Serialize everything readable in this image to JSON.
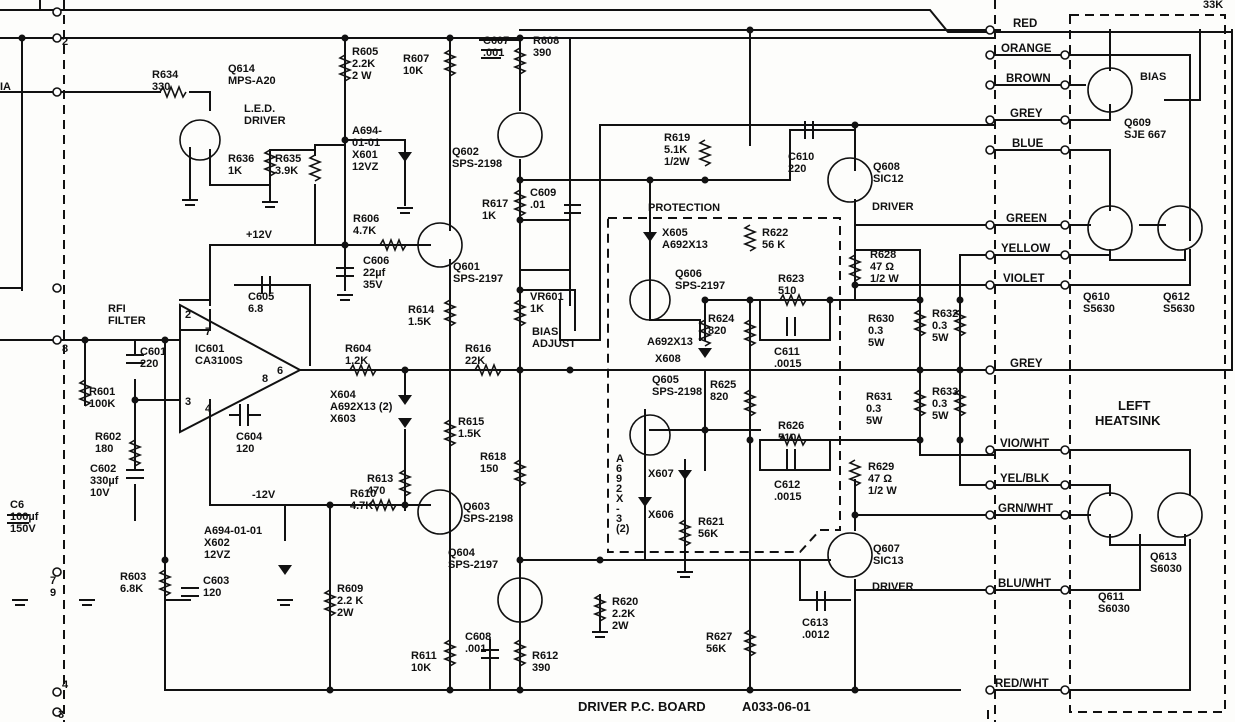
{
  "board": {
    "title": "DRIVER P.C. BOARD",
    "part": "A033-06-01"
  },
  "heatsink": {
    "label_1": "LEFT",
    "label_2": "HEATSINK",
    "corner": "33K"
  },
  "protection": "PROTECTION",
  "edge_terminals": [
    "2",
    "8",
    "3",
    "4",
    "7",
    "9",
    "4",
    "3"
  ],
  "partial_left": "IA",
  "components": [
    {
      "id": "r634",
      "lines": [
        "R634",
        "330"
      ]
    },
    {
      "id": "q614",
      "lines": [
        "Q614",
        "MPS-A20"
      ]
    },
    {
      "id": "led",
      "lines": [
        "L.E.D.",
        "DRIVER"
      ]
    },
    {
      "id": "r636",
      "lines": [
        "R636",
        "1K"
      ]
    },
    {
      "id": "r635",
      "lines": [
        "R635",
        "3.9K"
      ]
    },
    {
      "id": "r605",
      "lines": [
        "R605",
        "2.2K",
        "2 W"
      ]
    },
    {
      "id": "r607",
      "lines": [
        "R607",
        "10K"
      ]
    },
    {
      "id": "c607",
      "lines": [
        "C607",
        ".001"
      ]
    },
    {
      "id": "r608",
      "lines": [
        "R608",
        "390"
      ]
    },
    {
      "id": "a694a",
      "lines": [
        "A694-",
        "01-01",
        "X601",
        "12VZ"
      ]
    },
    {
      "id": "q602",
      "lines": [
        "Q602",
        "SPS-2198"
      ]
    },
    {
      "id": "r619",
      "lines": [
        "R619",
        "5.1K",
        "1/2W"
      ]
    },
    {
      "id": "c610",
      "lines": [
        "C610",
        "220"
      ]
    },
    {
      "id": "q608",
      "lines": [
        "Q608",
        "SIC12"
      ]
    },
    {
      "id": "drv1",
      "lines": [
        "DRIVER"
      ]
    },
    {
      "id": "c609",
      "lines": [
        "C609",
        ".01"
      ]
    },
    {
      "id": "r617",
      "lines": [
        "R617",
        "1K"
      ]
    },
    {
      "id": "x605",
      "lines": [
        "X605",
        "A692X13"
      ]
    },
    {
      "id": "r622",
      "lines": [
        "R622",
        "56 K"
      ]
    },
    {
      "id": "r628",
      "lines": [
        "R628",
        "47 Ω",
        "1/2 W"
      ]
    },
    {
      "id": "r606",
      "lines": [
        "R606",
        "4.7K"
      ]
    },
    {
      "id": "plus12",
      "lines": [
        "+12V"
      ]
    },
    {
      "id": "c606",
      "lines": [
        "C606",
        "22µf",
        "35V"
      ]
    },
    {
      "id": "q601",
      "lines": [
        "Q601",
        "SPS-2197"
      ]
    },
    {
      "id": "q606",
      "lines": [
        "Q606",
        "SPS-2197"
      ]
    },
    {
      "id": "r623",
      "lines": [
        "R623",
        "510"
      ]
    },
    {
      "id": "vr601",
      "lines": [
        "VR601",
        "1K"
      ]
    },
    {
      "id": "bias",
      "lines": [
        "BIAS",
        "ADJUST"
      ]
    },
    {
      "id": "rfi",
      "lines": [
        "RFI",
        "FILTER"
      ]
    },
    {
      "id": "c605",
      "lines": [
        "C605",
        "6.8"
      ]
    },
    {
      "id": "r614",
      "lines": [
        "R614",
        "1.5K"
      ]
    },
    {
      "id": "r624",
      "lines": [
        "R624",
        "820"
      ]
    },
    {
      "id": "c611",
      "lines": [
        "C611",
        ".0015"
      ]
    },
    {
      "id": "r630",
      "lines": [
        "R630",
        "0.3",
        "5W"
      ]
    },
    {
      "id": "r632",
      "lines": [
        "R632",
        "0.3",
        "5W"
      ]
    },
    {
      "id": "c601",
      "lines": [
        "C601",
        "220"
      ]
    },
    {
      "id": "ic601",
      "lines": [
        "IC601",
        "CA3100S"
      ]
    },
    {
      "id": "r604",
      "lines": [
        "R604",
        "1.2K"
      ]
    },
    {
      "id": "r616",
      "lines": [
        "R616",
        "22K"
      ]
    },
    {
      "id": "a692b",
      "lines": [
        "A692X13"
      ]
    },
    {
      "id": "x608",
      "lines": [
        "X608"
      ]
    },
    {
      "id": "r601",
      "lines": [
        "R601",
        "100K"
      ]
    },
    {
      "id": "x604",
      "lines": [
        "X604",
        "A692X13 (2)",
        "X603"
      ]
    },
    {
      "id": "q605",
      "lines": [
        "Q605",
        "SPS-2198"
      ]
    },
    {
      "id": "r625",
      "lines": [
        "R625",
        "820"
      ]
    },
    {
      "id": "r631",
      "lines": [
        "R631",
        "0.3",
        "5W"
      ]
    },
    {
      "id": "r633",
      "lines": [
        "R633",
        "0.3",
        "5W"
      ]
    },
    {
      "id": "r602",
      "lines": [
        "R602",
        "180"
      ]
    },
    {
      "id": "c604",
      "lines": [
        "C604",
        "120"
      ]
    },
    {
      "id": "r615",
      "lines": [
        "R615",
        "1.5K"
      ]
    },
    {
      "id": "r626",
      "lines": [
        "R626",
        "510"
      ]
    },
    {
      "id": "c602",
      "lines": [
        "C602",
        "330µf",
        "10V"
      ]
    },
    {
      "id": "r618",
      "lines": [
        "R618",
        "150"
      ]
    },
    {
      "id": "x607",
      "lines": [
        "X607"
      ]
    },
    {
      "id": "a692v",
      "lines": [
        "A",
        "6",
        "9",
        "2",
        "X",
        "-",
        "3",
        "(2)"
      ]
    },
    {
      "id": "c612",
      "lines": [
        "C612",
        ".0015"
      ]
    },
    {
      "id": "r629",
      "lines": [
        "R629",
        "47 Ω",
        "1/2 W"
      ]
    },
    {
      "id": "r613",
      "lines": [
        "R613",
        "470"
      ]
    },
    {
      "id": "r610",
      "lines": [
        "R610",
        "4.7K"
      ]
    },
    {
      "id": "minus12",
      "lines": [
        "-12V"
      ]
    },
    {
      "id": "q603",
      "lines": [
        "Q603",
        "SPS-2198"
      ]
    },
    {
      "id": "x606",
      "lines": [
        "X606"
      ]
    },
    {
      "id": "r621",
      "lines": [
        "R621",
        "56K"
      ]
    },
    {
      "id": "c6",
      "lines": [
        "C6",
        "100µf",
        "150V"
      ]
    },
    {
      "id": "a694b",
      "lines": [
        "A694-01-01",
        "X602",
        "12VZ"
      ]
    },
    {
      "id": "q604",
      "lines": [
        "Q604",
        "SPS-2197"
      ]
    },
    {
      "id": "q607",
      "lines": [
        "Q607",
        "SIC13"
      ]
    },
    {
      "id": "drv2",
      "lines": [
        "DRIVER"
      ]
    },
    {
      "id": "r603",
      "lines": [
        "R603",
        "6.8K"
      ]
    },
    {
      "id": "c603",
      "lines": [
        "C603",
        "120"
      ]
    },
    {
      "id": "r609",
      "lines": [
        "R609",
        "2.2 K",
        "2W"
      ]
    },
    {
      "id": "r620",
      "lines": [
        "R620",
        "2.2K",
        "2W"
      ]
    },
    {
      "id": "c608",
      "lines": [
        "C608",
        ".001"
      ]
    },
    {
      "id": "c613",
      "lines": [
        "C613",
        ".0012"
      ]
    },
    {
      "id": "r611",
      "lines": [
        "R611",
        "10K"
      ]
    },
    {
      "id": "r612",
      "lines": [
        "R612",
        "390"
      ]
    },
    {
      "id": "r627",
      "lines": [
        "R627",
        "56K"
      ]
    },
    {
      "id": "q609",
      "lines": [
        "Q609",
        "SJE 667"
      ]
    },
    {
      "id": "biasq",
      "lines": [
        "BIAS"
      ]
    },
    {
      "id": "q610",
      "lines": [
        "Q610",
        "S5630"
      ]
    },
    {
      "id": "q612",
      "lines": [
        "Q612",
        "S5630"
      ]
    },
    {
      "id": "q611",
      "lines": [
        "Q611",
        "S6030"
      ]
    },
    {
      "id": "q613",
      "lines": [
        "Q613",
        "S6030"
      ]
    }
  ],
  "wires": {
    "red": "RED",
    "orange": "ORANGE",
    "brown": "BROWN",
    "grey1": "GREY",
    "blue": "BLUE",
    "green": "GREEN",
    "yellow": "YELLOW",
    "violet": "VIOLET",
    "grey2": "GREY",
    "vio_wht": "VIO/WHT",
    "yel_blk": "YEL/BLK",
    "grn_wht": "GRN/WHT",
    "blu_wht": "BLU/WHT",
    "red_wht": "RED/WHT"
  }
}
